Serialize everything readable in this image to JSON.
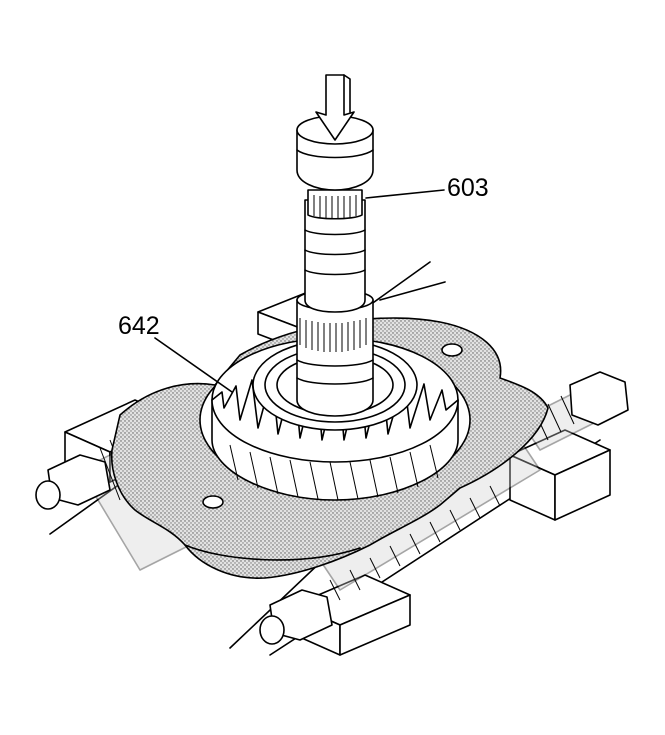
{
  "diagram": {
    "callouts": [
      {
        "id": "603",
        "text": "603"
      },
      {
        "id": "642",
        "text": "642"
      }
    ],
    "colors": {
      "ink": "#000000",
      "paper": "#ffffff",
      "shade": "#bdbdbd"
    },
    "icons": [
      "press-arrow-icon"
    ]
  }
}
